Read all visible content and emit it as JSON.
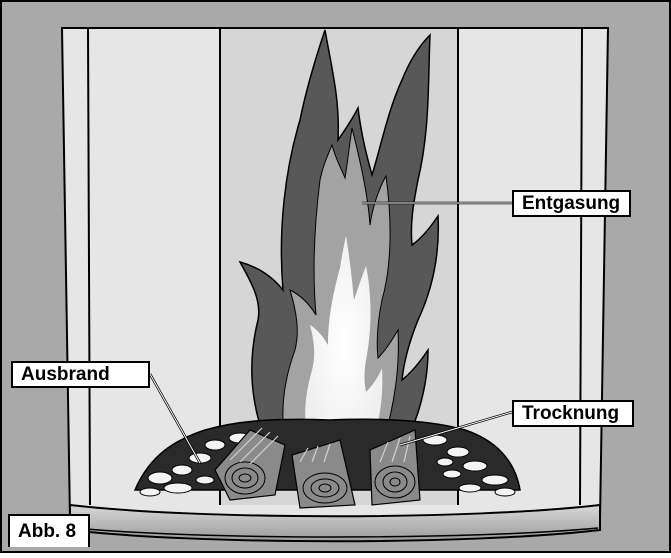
{
  "figure": {
    "caption": "Abb. 8",
    "labels": {
      "entgasung": "Entgasung",
      "ausbrand": "Ausbrand",
      "trocknung": "Trocknung"
    }
  },
  "colors": {
    "frame_outer": "#a9a9a9",
    "liner": "#e6e6e6",
    "liner_center": "#d6d6d6",
    "flame_outer": "#585858",
    "flame_middle": "#a3a3a3",
    "flame_core": "#ffffff",
    "ember_dark": "#2a2a2a"
  }
}
